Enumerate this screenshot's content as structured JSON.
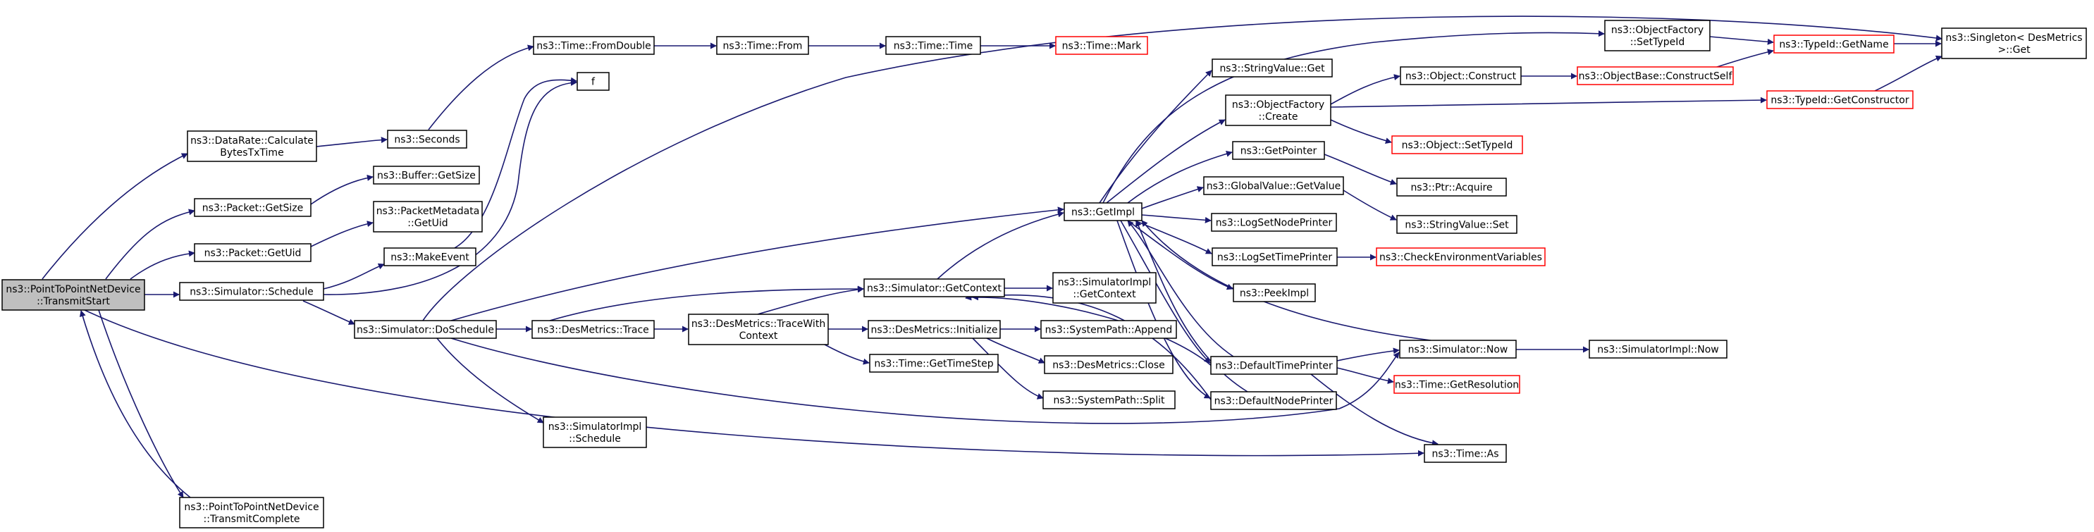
{
  "colors": {
    "edge": "#191970",
    "truncated_border": "#ff0000",
    "root_fill": "#bfbfbf",
    "node_border": "#000000"
  },
  "nodes": [
    {
      "id": "tstart",
      "lines": [
        "ns3::PointToPointNetDevice",
        "::TransmitStart"
      ],
      "root": true
    },
    {
      "id": "dr",
      "lines": [
        "ns3::DataRate::Calculate",
        "BytesTxTime"
      ]
    },
    {
      "id": "seconds",
      "lines": [
        "ns3::Seconds"
      ]
    },
    {
      "id": "fromdouble",
      "lines": [
        "ns3::Time::FromDouble"
      ]
    },
    {
      "id": "from",
      "lines": [
        "ns3::Time::From"
      ]
    },
    {
      "id": "timetime",
      "lines": [
        "ns3::Time::Time"
      ]
    },
    {
      "id": "mark",
      "lines": [
        "ns3::Time::Mark"
      ],
      "truncated": true
    },
    {
      "id": "f",
      "lines": [
        "f"
      ]
    },
    {
      "id": "pgetsize",
      "lines": [
        "ns3::Packet::GetSize"
      ]
    },
    {
      "id": "bgetsize",
      "lines": [
        "ns3::Buffer::GetSize"
      ]
    },
    {
      "id": "pgetuid",
      "lines": [
        "ns3::Packet::GetUid"
      ]
    },
    {
      "id": "pmgetuid",
      "lines": [
        "ns3::PacketMetadata",
        "::GetUid"
      ]
    },
    {
      "id": "makeevent",
      "lines": [
        "ns3::MakeEvent"
      ]
    },
    {
      "id": "schedule",
      "lines": [
        "ns3::Simulator::Schedule"
      ]
    },
    {
      "id": "doschedule",
      "lines": [
        "ns3::Simulator::DoSchedule"
      ]
    },
    {
      "id": "trace",
      "lines": [
        "ns3::DesMetrics::Trace"
      ]
    },
    {
      "id": "tracewith",
      "lines": [
        "ns3::DesMetrics::TraceWith",
        "Context"
      ]
    },
    {
      "id": "getcontext",
      "lines": [
        "ns3::Simulator::GetContext"
      ]
    },
    {
      "id": "simimplgetctx",
      "lines": [
        "ns3::SimulatorImpl",
        "::GetContext"
      ]
    },
    {
      "id": "initialize",
      "lines": [
        "ns3::DesMetrics::Initialize"
      ]
    },
    {
      "id": "gettimestep",
      "lines": [
        "ns3::Time::GetTimeStep"
      ]
    },
    {
      "id": "append",
      "lines": [
        "ns3::SystemPath::Append"
      ]
    },
    {
      "id": "close",
      "lines": [
        "ns3::DesMetrics::Close"
      ]
    },
    {
      "id": "split",
      "lines": [
        "ns3::SystemPath::Split"
      ]
    },
    {
      "id": "simimplschedule",
      "lines": [
        "ns3::SimulatorImpl",
        "::Schedule"
      ]
    },
    {
      "id": "tcomplete",
      "lines": [
        "ns3::PointToPointNetDevice",
        "::TransmitComplete"
      ]
    },
    {
      "id": "getimpl",
      "lines": [
        "ns3::GetImpl"
      ]
    },
    {
      "id": "strget",
      "lines": [
        "ns3::StringValue::Get"
      ]
    },
    {
      "id": "ofcreate",
      "lines": [
        "ns3::ObjectFactory",
        "::Create"
      ]
    },
    {
      "id": "getpointer",
      "lines": [
        "ns3::GetPointer"
      ]
    },
    {
      "id": "gvgetvalue",
      "lines": [
        "ns3::GlobalValue::GetValue"
      ]
    },
    {
      "id": "logsetnode",
      "lines": [
        "ns3::LogSetNodePrinter"
      ]
    },
    {
      "id": "logsettime",
      "lines": [
        "ns3::LogSetTimePrinter"
      ]
    },
    {
      "id": "peekimpl",
      "lines": [
        "ns3::PeekImpl"
      ]
    },
    {
      "id": "deftime",
      "lines": [
        "ns3::DefaultTimePrinter"
      ]
    },
    {
      "id": "defnode",
      "lines": [
        "ns3::DefaultNodePrinter"
      ]
    },
    {
      "id": "ofsettypeid",
      "lines": [
        "ns3::ObjectFactory",
        "::SetTypeId"
      ]
    },
    {
      "id": "objconstruct",
      "lines": [
        "ns3::Object::Construct"
      ]
    },
    {
      "id": "obconstructself",
      "lines": [
        "ns3::ObjectBase::ConstructSelf"
      ],
      "truncated": true
    },
    {
      "id": "objsettypeid",
      "lines": [
        "ns3::Object::SetTypeId"
      ],
      "truncated": true
    },
    {
      "id": "ptracquire",
      "lines": [
        "ns3::Ptr::Acquire"
      ]
    },
    {
      "id": "strset",
      "lines": [
        "ns3::StringValue::Set"
      ]
    },
    {
      "id": "checkenv",
      "lines": [
        "ns3::CheckEnvironmentVariables"
      ],
      "truncated": true
    },
    {
      "id": "simnow",
      "lines": [
        "ns3::Simulator::Now"
      ]
    },
    {
      "id": "simimplnow",
      "lines": [
        "ns3::SimulatorImpl::Now"
      ]
    },
    {
      "id": "getres",
      "lines": [
        "ns3::Time::GetResolution"
      ],
      "truncated": true
    },
    {
      "id": "timeas",
      "lines": [
        "ns3::Time::As"
      ]
    },
    {
      "id": "typeidgetname",
      "lines": [
        "ns3::TypeId::GetName"
      ],
      "truncated": true
    },
    {
      "id": "typeidgetctor",
      "lines": [
        "ns3::TypeId::GetConstructor"
      ],
      "truncated": true
    },
    {
      "id": "singleton",
      "lines": [
        "ns3::Singleton< DesMetrics",
        ">::Get"
      ]
    }
  ]
}
